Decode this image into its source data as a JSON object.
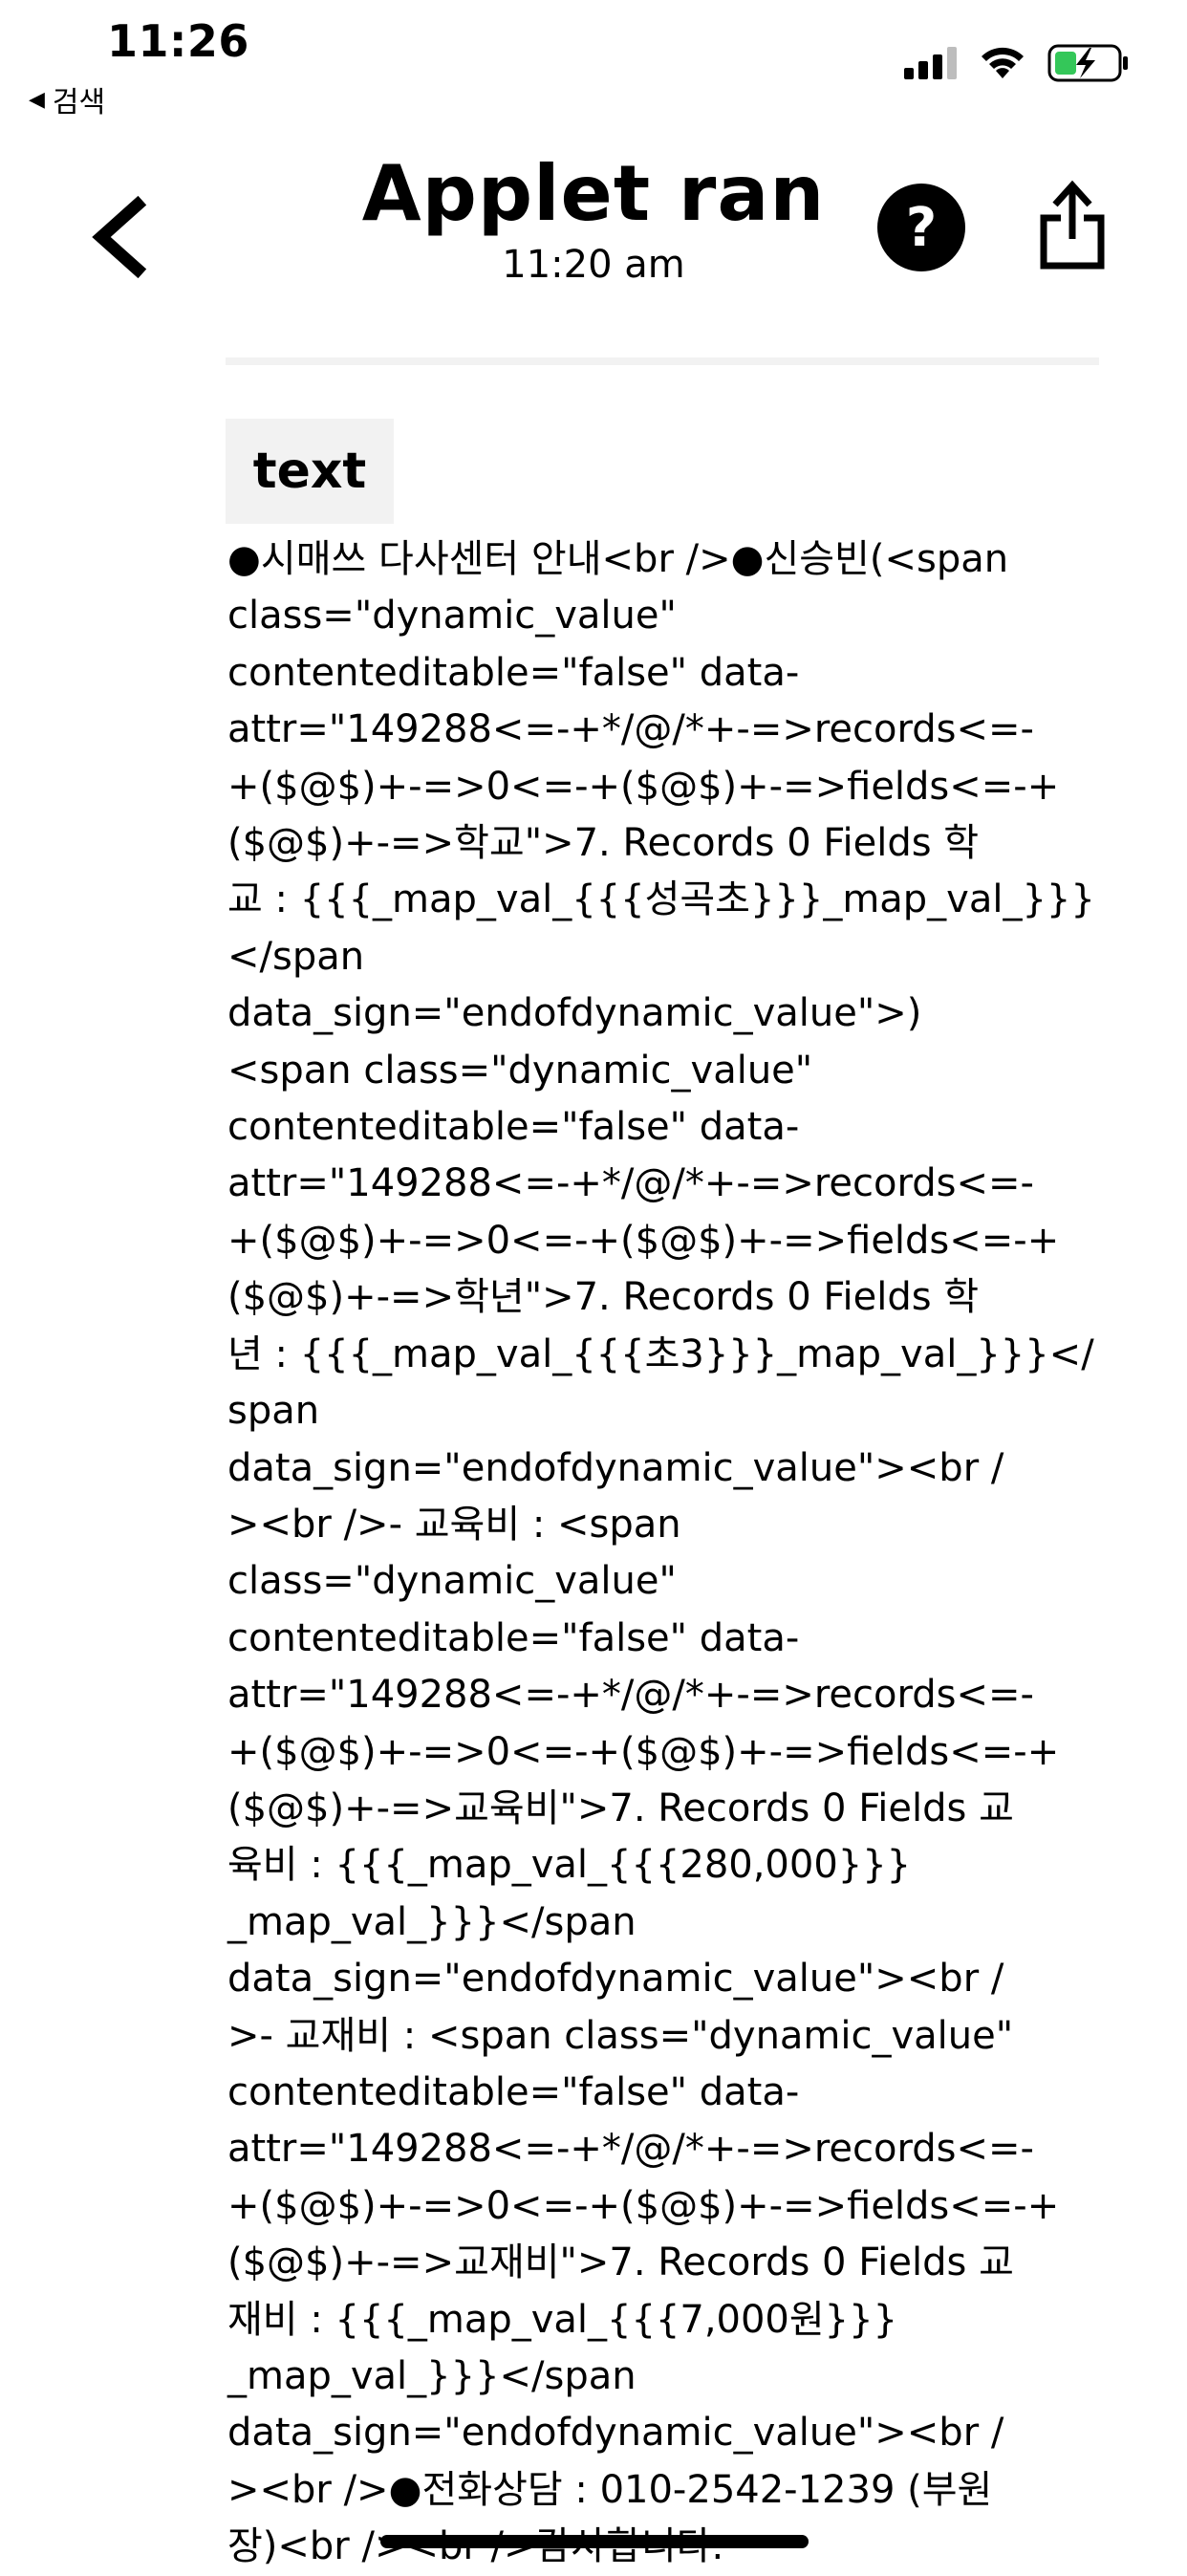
{
  "status_bar": {
    "time": "11:26",
    "back_label": "검색",
    "icons": [
      "cellular-signal-icon",
      "wifi-icon",
      "battery-charging-icon"
    ]
  },
  "nav": {
    "title": "Applet ran",
    "subtitle": "11:20 am",
    "help_label": "?",
    "icons": [
      "chevron-left-icon",
      "share-icon"
    ]
  },
  "tag": {
    "label": "text"
  },
  "content": {
    "lines": [
      "●시매쓰 다사센터 안내<br />●신승빈(<span",
      "class=\"dynamic_value\"",
      "contenteditable=\"false\" data-",
      "attr=\"149288<=-+*/@/*+-=>records<=-",
      "+($@$)+-=>0<=-+($@$)+-=>fields<=-+",
      "($@$)+-=>학교\">7. Records 0 Fields 학",
      "교 : {{{_map_val_{{{성곡초}}}_map_val_}}}",
      "</span",
      "data_sign=\"endofdynamic_value\">)",
      "<span class=\"dynamic_value\"",
      "contenteditable=\"false\" data-",
      "attr=\"149288<=-+*/@/*+-=>records<=-",
      "+($@$)+-=>0<=-+($@$)+-=>fields<=-+",
      "($@$)+-=>학년\">7. Records 0 Fields 학",
      "년 : {{{_map_val_{{{초3}}}_map_val_}}}</",
      "span",
      "data_sign=\"endofdynamic_value\"><br /",
      "><br />- 교육비 : <span",
      "class=\"dynamic_value\"",
      "contenteditable=\"false\" data-",
      "attr=\"149288<=-+*/@/*+-=>records<=-",
      "+($@$)+-=>0<=-+($@$)+-=>fields<=-+",
      "($@$)+-=>교육비\">7. Records 0 Fields 교",
      "육비 : {{{_map_val_{{{280,000}}}",
      "_map_val_}}}</span",
      "data_sign=\"endofdynamic_value\"><br /",
      ">- 교재비 : <span class=\"dynamic_value\"",
      "contenteditable=\"false\" data-",
      "attr=\"149288<=-+*/@/*+-=>records<=-",
      "+($@$)+-=>0<=-+($@$)+-=>fields<=-+",
      "($@$)+-=>교재비\">7. Records 0 Fields 교",
      "재비 : {{{_map_val_{{{7,000원}}}",
      "_map_val_}}}</span",
      "data_sign=\"endofdynamic_value\"><br /",
      "><br />●전화상담 : 010-2542-1239 (부원",
      "장)<br /><br />감사합니다."
    ]
  }
}
